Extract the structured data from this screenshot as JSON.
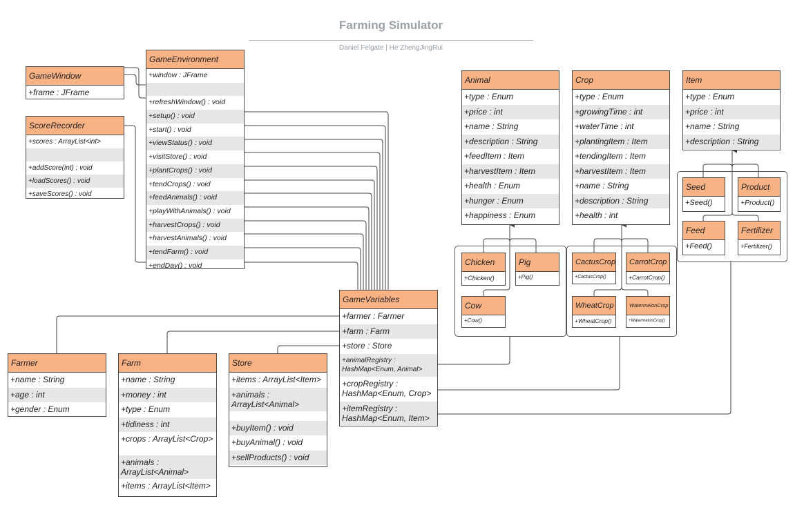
{
  "header": {
    "title": "Farming Simulator",
    "authors": "Daniel Felgate  |  He ZhengJingRui"
  },
  "classes": {
    "game_window": {
      "name": "GameWindow",
      "rows": [
        "+frame : JFrame"
      ]
    },
    "score_recorder": {
      "name": "ScoreRecorder",
      "rows": [
        "+scores : ArrayList<int>",
        "+addScore(int) : void",
        "+loadScores() : void",
        "+saveScores() : void"
      ]
    },
    "game_environment": {
      "name": "GameEnvironment",
      "rows": [
        "+window : JFrame",
        "+refreshWindow() : void",
        "+setup() : void",
        "+start() : void",
        "+viewStatus() : void",
        "+visitStore() : void",
        "+plantCrops() : void",
        "+tendCrops() : void",
        "+feedAnimals() : void",
        "+playWithAnimals() : void",
        "+harvestCrops() : void",
        "+harvestAnimals() : void",
        "+tendFarm() : void",
        "+endDay() : void"
      ]
    },
    "animal": {
      "name": "Animal",
      "rows": [
        "+type : Enum",
        "+price : int",
        "+name : String",
        "+description : String",
        "+feedItem : Item",
        "+harvestItem : Item",
        "+health : Enum",
        "+hunger : Enum",
        "+happiness : Enum"
      ]
    },
    "crop": {
      "name": "Crop",
      "rows": [
        "+type : Enum",
        "+growingTime : int",
        "+waterTime : int",
        "+plantingItem : Item",
        "+tendingItem : Item",
        "+harvestItem : Item",
        "+name : String",
        "+description : String",
        "+health : int"
      ]
    },
    "item": {
      "name": "Item",
      "rows": [
        "+type : Enum",
        "+price : int",
        "+name : String",
        "+description : String"
      ]
    },
    "chicken": {
      "name": "Chicken",
      "rows": [
        "+Chicken()"
      ]
    },
    "pig": {
      "name": "Pig",
      "rows": [
        "+Pig()"
      ]
    },
    "cow": {
      "name": "Cow",
      "rows": [
        "+Cow()"
      ]
    },
    "cactus_crop": {
      "name": "CactusCrop",
      "rows": [
        "+CactusCrop()"
      ]
    },
    "carrot_crop": {
      "name": "CarrotCrop",
      "rows": [
        "+CarrotCrop()"
      ]
    },
    "wheat_crop": {
      "name": "WheatCrop",
      "rows": [
        "+WheatCrop()"
      ]
    },
    "watermelon_crop": {
      "name": "WatermelonCrop",
      "rows": [
        "+WatermelonCrop()"
      ]
    },
    "seed": {
      "name": "Seed",
      "rows": [
        "+Seed()"
      ]
    },
    "product": {
      "name": "Product",
      "rows": [
        "+Product()"
      ]
    },
    "feed": {
      "name": "Feed",
      "rows": [
        "+Feed()"
      ]
    },
    "fertilizer": {
      "name": "Fertilizer",
      "rows": [
        "+Fertilizer()"
      ]
    },
    "game_variables": {
      "name": "GameVariables",
      "rows": [
        "+farmer : Farmer",
        "+farm : Farm",
        "+store : Store",
        "+animalRegistry : HashMap<Enum, Animal>",
        "+cropRegistry : HashMap<Enum, Crop>",
        "+itemRegistry : HashMap<Enum, Item>"
      ]
    },
    "farmer": {
      "name": "Farmer",
      "rows": [
        "+name : String",
        "+age : int",
        "+gender : Enum"
      ]
    },
    "farm": {
      "name": "Farm",
      "rows": [
        "+name : String",
        "+money : int",
        "+type : Enum",
        "+tidiness : int",
        "+crops : ArrayList<Crop>",
        "+animals : ArrayList<Animal>",
        "+items : ArrayList<Item>"
      ]
    },
    "store": {
      "name": "Store",
      "rows": [
        "+items : ArrayList<Item>",
        "+animals : ArrayList<Animal>",
        "+buyItem() : void",
        "+buyAnimal() : void",
        "+sellProducts() : void"
      ]
    }
  }
}
